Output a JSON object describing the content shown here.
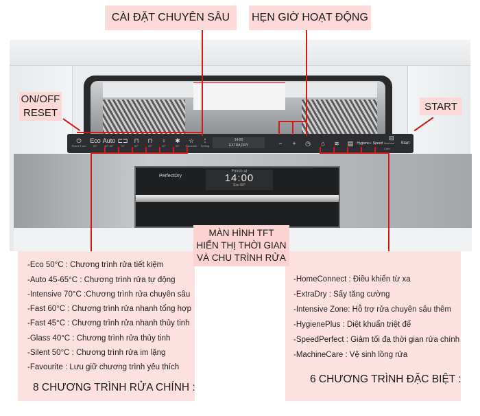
{
  "callouts": {
    "advanced_settings": "CÀI ĐẶT CHUYÊN SÂU",
    "timer": "HẸN GIỜ HOẠT ĐỘNG",
    "on_off_line1": "ON/OFF",
    "on_off_line2": "RESET",
    "start": "START",
    "tft_line1": "MÀN HÌNH TFT",
    "tft_line2": "HIỂN THỊ THỜI GIAN",
    "tft_line3": "VÀ CHU TRÌNH RỬA"
  },
  "appliance": {
    "brand_feature": "PerfectDry",
    "display_finish": "Finish at",
    "display_time": "14:00",
    "display_sub": "Eco 50°",
    "mini_display_top": "14:00",
    "mini_display_bottom": "EXTRA DRY",
    "panel_buttons": [
      {
        "icon": "⏻",
        "label": "Reset 3 sec"
      },
      {
        "icon": "Eco",
        "label": "50°"
      },
      {
        "icon": "Auto",
        "label": "45°-65°"
      },
      {
        "icon": "⊏⊐",
        "label": "70°"
      },
      {
        "icon": "⊓",
        "label": "60°"
      },
      {
        "icon": "⊓",
        "label": "45°"
      },
      {
        "icon": "♀",
        "label": "40°"
      },
      {
        "icon": "✱",
        "label": "50°"
      },
      {
        "icon": "☆",
        "label": "Favourite"
      },
      {
        "icon": "⁞",
        "label": "Setting"
      }
    ],
    "timer_buttons": [
      {
        "icon": "−"
      },
      {
        "icon": "+"
      },
      {
        "icon": "◷"
      }
    ],
    "special_buttons": [
      {
        "icon": "⌂",
        "label": ""
      },
      {
        "icon": "≋",
        "label": ""
      },
      {
        "icon": "▤",
        "label": ""
      },
      {
        "icon": "Hygiene+",
        "label": ""
      },
      {
        "icon": "Speed",
        "label": ""
      },
      {
        "icon": "⊟",
        "label": "Machine Care"
      }
    ],
    "start_button": "Start"
  },
  "main_programs": {
    "heading": "8 CHƯƠNG TRÌNH RỬA CHÍNH :",
    "items": [
      "-Eco 50°C : Chương trình rửa tiết kiệm",
      "-Auto 45-65°C : Chương trình rửa tự động",
      "-Intensive 70°C :Chương trình rửa chuyên sâu",
      "-Fast 60°C  : Chương trình rửa nhanh tổng hợp",
      "-Fast 45°C  : Chương trình rửa nhanh thủy tinh",
      "-Glass 40°C  : Chương trình rửa thủy tinh",
      "-Silent 50°C  : Chương trình rửa im lặng",
      "-Favourite : Lưu giữ chương trình yêu thích"
    ]
  },
  "special_programs": {
    "heading": "6 CHƯƠNG TRÌNH ĐẶC BIỆT :",
    "items": [
      "-HomeConnect : Điều khiển từ xa",
      "-ExtraDry : Sấy tăng cường",
      "-Intensive Zone: Hỗ trợ rửa chuyên sâu thêm",
      "-HygienePlus : Diệt khuẩn triệt để",
      "-SpeedPerfect : Giảm tối đa thời gian rửa chính",
      "-MachineCare : Vệ sinh lồng rửa"
    ]
  },
  "colors": {
    "label_bg": "#fbd9d9",
    "line": "#d11a1a",
    "panel": "#2e3033"
  }
}
